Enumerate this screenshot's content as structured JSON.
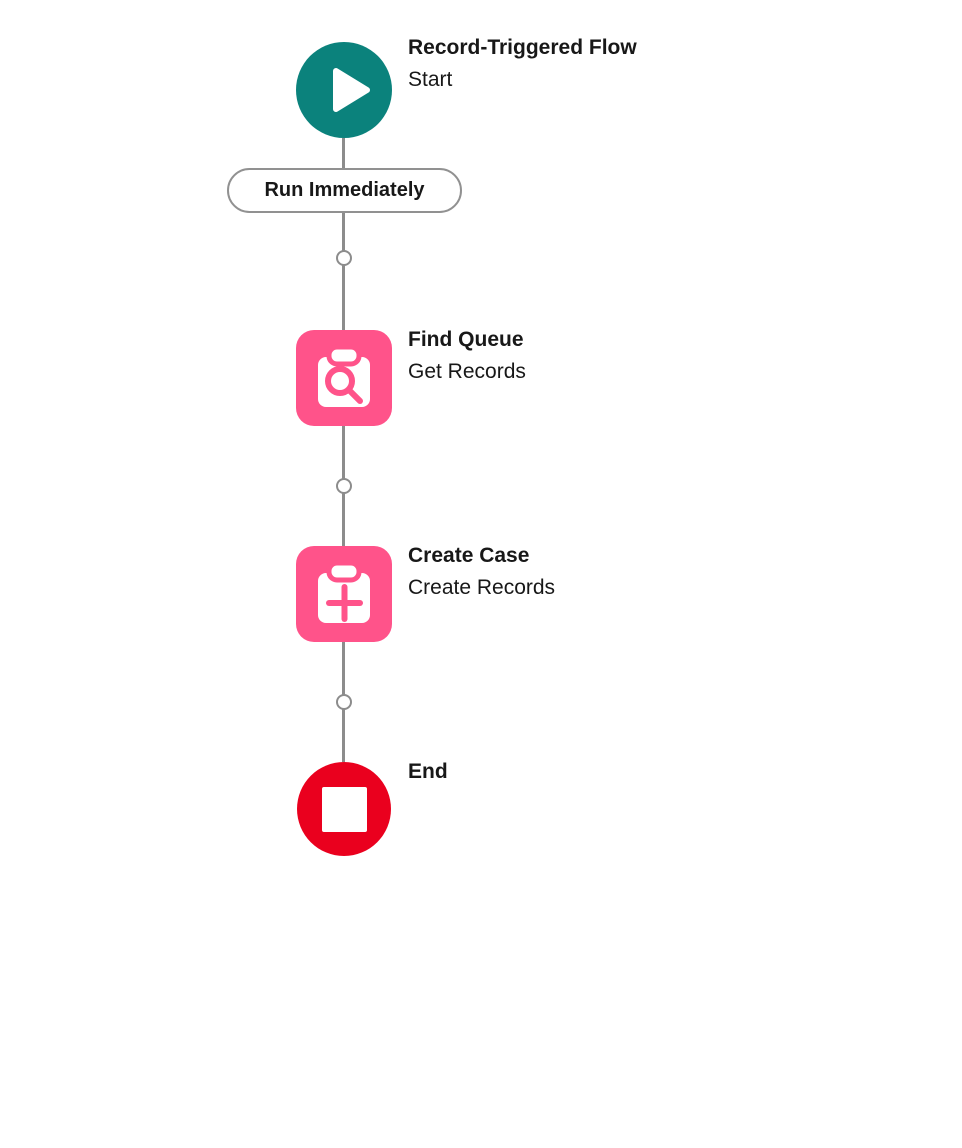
{
  "colors": {
    "teal": "#0B827C",
    "pink": "#FF538A",
    "red": "#EA001E",
    "connector": "#8C8C8C",
    "pill-border": "#919191",
    "text": "#181818",
    "background": "#FFFFFF"
  },
  "flow": {
    "connector_label": "Run Immediately",
    "nodes": [
      {
        "id": "start",
        "title": "Record-Triggered Flow",
        "subtitle": "Start",
        "icon": "play-icon",
        "shape": "circle",
        "color": "#0B827C"
      },
      {
        "id": "find-queue",
        "title": "Find Queue",
        "subtitle": "Get Records",
        "icon": "clipboard-search-icon",
        "shape": "rounded-square",
        "color": "#FF538A"
      },
      {
        "id": "create-case",
        "title": "Create Case",
        "subtitle": "Create Records",
        "icon": "clipboard-plus-icon",
        "shape": "rounded-square",
        "color": "#FF538A"
      },
      {
        "id": "end",
        "title": "End",
        "subtitle": "",
        "icon": "stop-icon",
        "shape": "circle",
        "color": "#EA001E"
      }
    ]
  }
}
